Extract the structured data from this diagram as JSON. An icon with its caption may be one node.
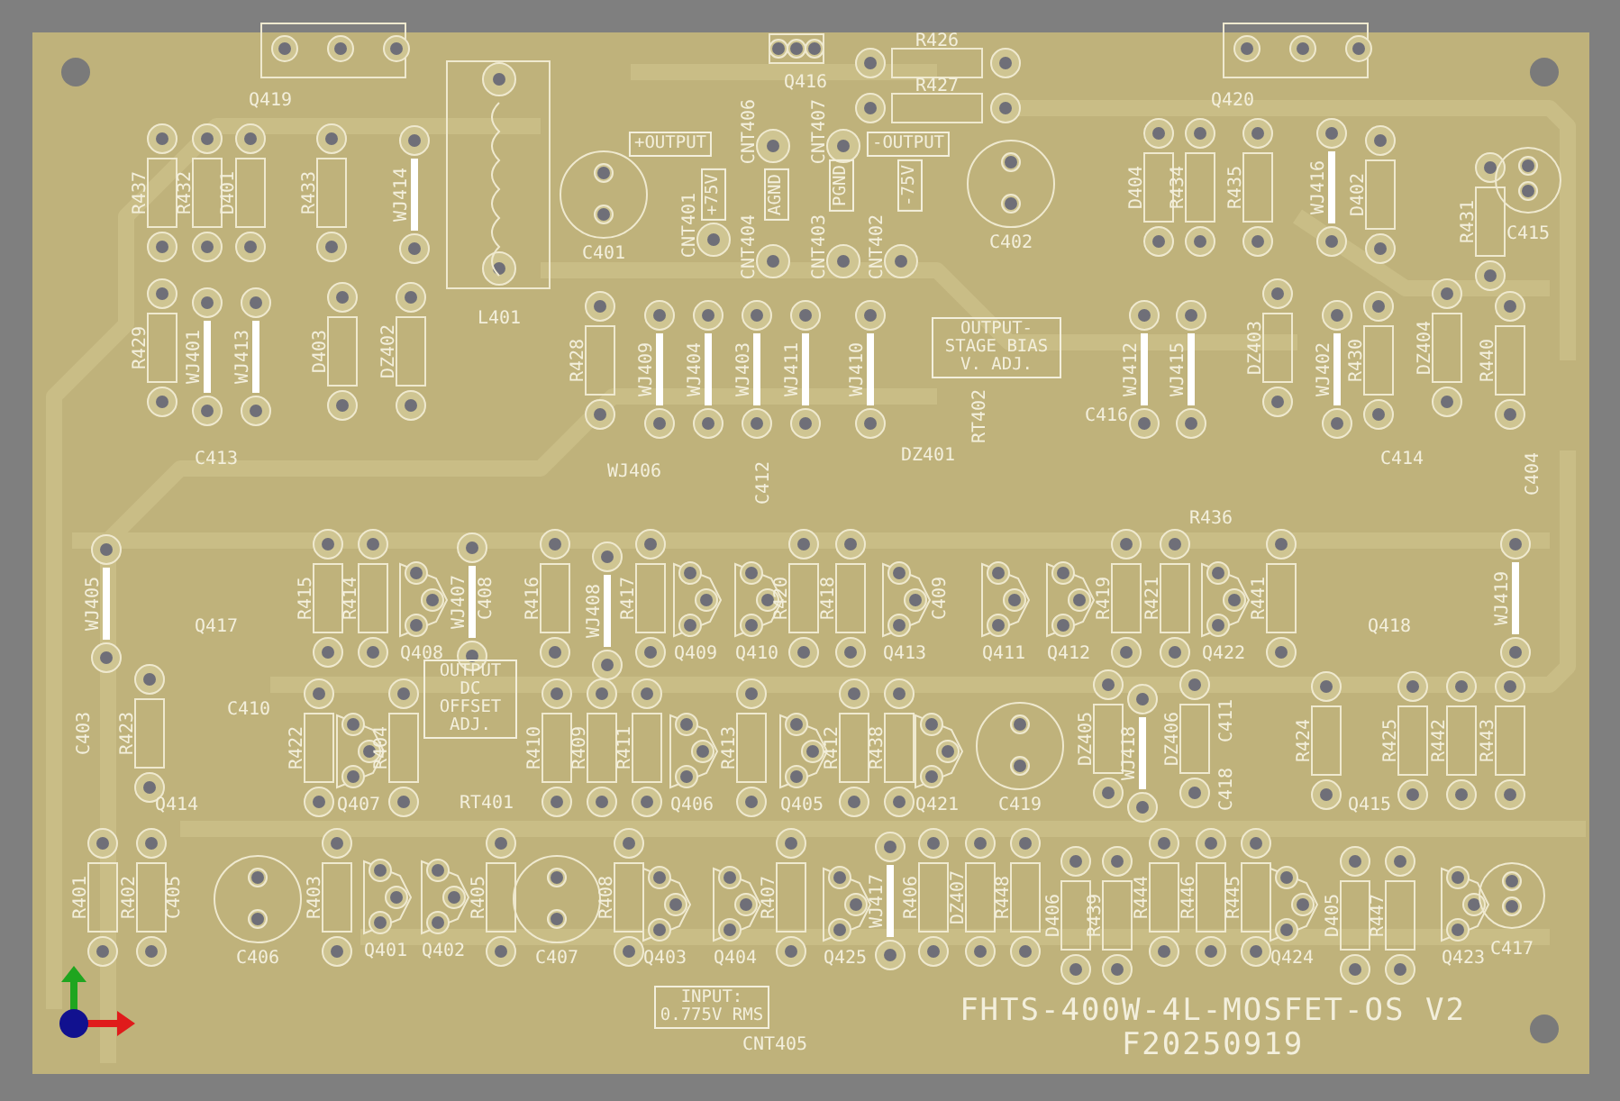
{
  "diagram": {
    "nodes": [
      {
        "text": [
          "+OUTPUT"
        ]
      },
      {
        "text": [
          "+75V"
        ]
      },
      {
        "text": [
          "AGND"
        ]
      },
      {
        "text": [
          "-OUTPUT"
        ]
      },
      {
        "text": [
          "PGND"
        ]
      },
      {
        "text": [
          "-75V"
        ]
      },
      {
        "text": [
          "OUTPUT-STAGE BIAS V. ADJ."
        ]
      },
      {
        "text": [
          "OUTPUT DC OFFSET ADJ."
        ]
      },
      {
        "text": [
          "INPUT: 0.775V RMS"
        ]
      }
    ],
    "labels": [
      "Q419",
      "Q416",
      "R426",
      "R427",
      "Q420",
      "R437",
      "R432",
      "D401",
      "R433",
      "WJ414",
      "L401",
      "C401",
      "CNT406",
      "CNT407",
      "CNT401",
      "CNT404",
      "CNT403",
      "CNT402",
      "C402",
      "D404",
      "R434",
      "R435",
      "WJ416",
      "D402",
      "R431",
      "C415",
      "R429",
      "WJ401",
      "WJ413",
      "D403",
      "DZ402",
      "R428",
      "WJ409",
      "WJ404",
      "WJ403",
      "WJ411",
      "WJ410",
      "WJ412",
      "WJ415",
      "DZ403",
      "WJ402",
      "R430",
      "DZ404",
      "R440",
      "RT402",
      "C416",
      "C413",
      "WJ406",
      "C412",
      "DZ401",
      "C414",
      "C404",
      "R436",
      "WJ405",
      "Q417",
      "R415",
      "R414",
      "WJ407",
      "C408",
      "R416",
      "WJ408",
      "R417",
      "R420",
      "R418",
      "C409",
      "R419",
      "R421",
      "R441",
      "WJ419",
      "Q408",
      "Q409",
      "Q410",
      "Q413",
      "Q411",
      "Q412",
      "Q422",
      "Q418",
      "C403",
      "R423",
      "C410",
      "R422",
      "R404",
      "R410",
      "R409",
      "R411",
      "R413",
      "R412",
      "R438",
      "DZ405",
      "WJ418",
      "DZ406",
      "C411",
      "C418",
      "R424",
      "R425",
      "R442",
      "R443",
      "Q414",
      "Q407",
      "RT401",
      "Q406",
      "Q405",
      "Q421",
      "C419",
      "Q415",
      "R401",
      "R402",
      "C405",
      "R403",
      "R405",
      "R408",
      "R407",
      "WJ417",
      "R406",
      "DZ407",
      "R448",
      "D406",
      "R439",
      "R444",
      "R446",
      "R445",
      "D405",
      "R447",
      "C406",
      "Q401",
      "Q402",
      "C407",
      "Q403",
      "Q404",
      "Q425",
      "Q424",
      "Q423",
      "C417",
      "CNT405",
      "FHTS-400W-4L-MOSFET-OS V2",
      "F20250919"
    ]
  }
}
